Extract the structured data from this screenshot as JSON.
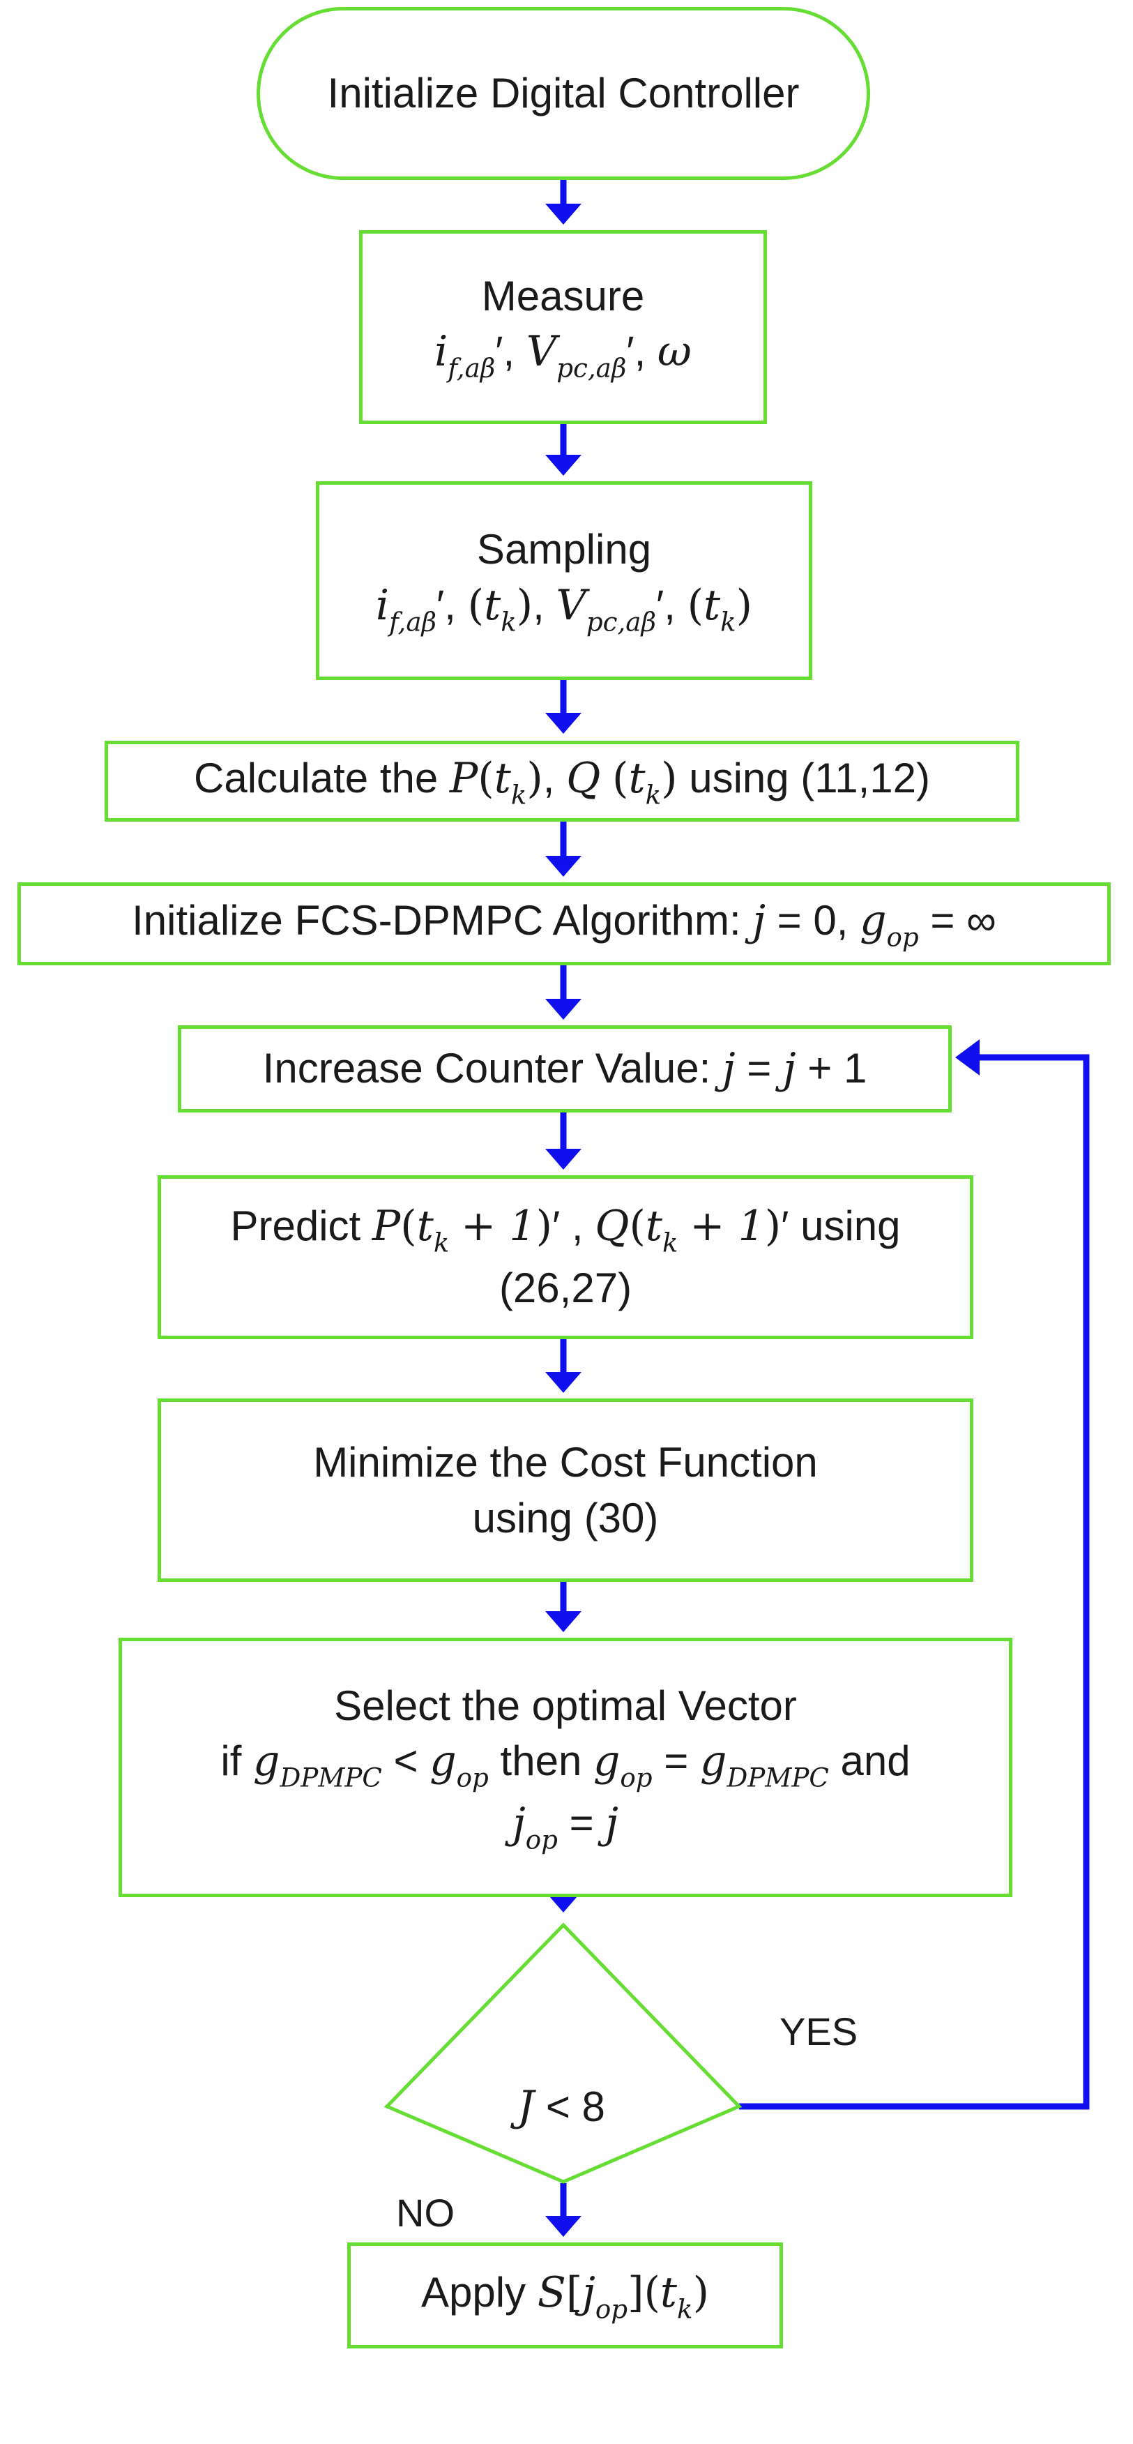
{
  "colors": {
    "box_border": "#66dd33",
    "arrow": "#1010ee",
    "text": "#1a1a1a"
  },
  "flow": {
    "start": "Initialize Digital Controller",
    "measure": {
      "title": "Measure",
      "v_i": "i",
      "s_i": "f,aβ",
      "prime": "′",
      "comma": ",",
      "v_v": "V",
      "s_v": "pc,aβ",
      "omega": "ω"
    },
    "sampling": {
      "title": "Sampling",
      "v_i": "i",
      "s_i": "f,aβ",
      "prime": "′",
      "comma": ",",
      "v_v": "V",
      "s_v": "pc,aβ",
      "arg_open": "(",
      "arg_var": "t",
      "arg_sub": "k",
      "arg_close": ")"
    },
    "calculate": {
      "prefix": "Calculate the",
      "p": "P",
      "q": "Q",
      "open": "(",
      "t": "t",
      "k": "k",
      "close": ")",
      "comma": ",",
      "suffix": "using (11,12)"
    },
    "init_algo": {
      "prefix": "Initialize FCS-DPMPC Algorithm:",
      "j": "j",
      "eq0": "= 0,",
      "g": "g",
      "g_sub": "op",
      "eq_inf": "= ∞"
    },
    "counter": {
      "prefix": "Increase Counter Value:",
      "j": "j",
      "mid": "=",
      "j2": "j",
      "suffix": "+ 1"
    },
    "predict": {
      "prefix": "Predict",
      "p": "P",
      "q": "Q",
      "open": "(",
      "t": "t",
      "k": "k",
      "plus_one": "+ 1",
      "close": ")",
      "prime": "′",
      "comma": ",",
      "using": "using",
      "line2": "(26,27)"
    },
    "minimize": {
      "line1": "Minimize the Cost Function",
      "line2": "using (30)"
    },
    "select": {
      "line1": "Select the optimal Vector",
      "if": "if",
      "g": "g",
      "sub_dpmpc": "DPMPC",
      "lt": "<",
      "sub_op": "op",
      "then": "then",
      "eq": "=",
      "and": "and",
      "j": "j",
      "j_sub": "op"
    },
    "decision": {
      "var": "J",
      "rest": "< 8"
    },
    "yes": "YES",
    "no": "NO",
    "apply": {
      "prefix": "Apply",
      "s": "S",
      "bracket_open": "[",
      "j": "j",
      "j_sub": "op",
      "bracket_close": "]",
      "open": "(",
      "t": "t",
      "k": "k",
      "close": ")"
    }
  }
}
